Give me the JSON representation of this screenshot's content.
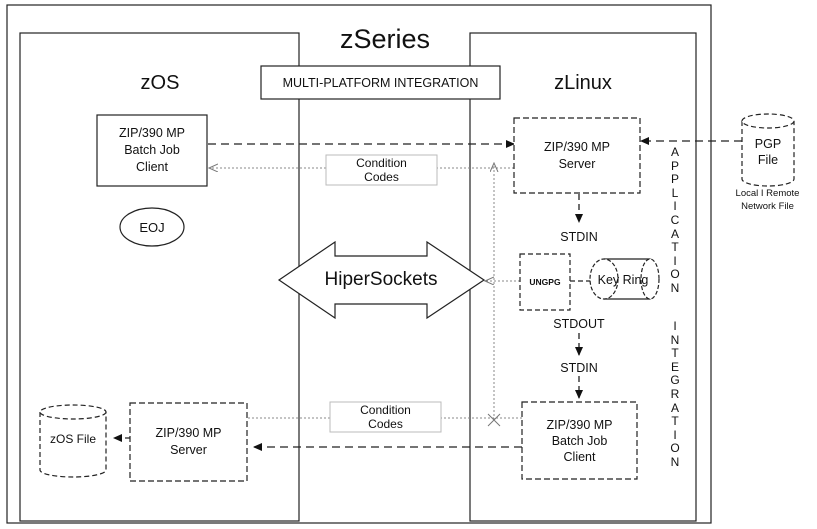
{
  "title": "zSeries",
  "banner": "MULTI-PLATFORM INTEGRATION",
  "left_panel": {
    "title": "zOS",
    "client_box": [
      "ZIP/390 MP",
      "Batch Job",
      "Client"
    ],
    "eoj": "EOJ",
    "server_box": [
      "ZIP/390 MP",
      "Server"
    ],
    "zos_file": "zOS File"
  },
  "right_panel": {
    "title": "zLinux",
    "server_box": [
      "ZIP/390 MP",
      "Server"
    ],
    "stdin_1": "STDIN",
    "ungpg": "UNGPG",
    "key_ring": "Key Ring",
    "stdout": "STDOUT",
    "stdin_2": "STDIN",
    "client_box": [
      "ZIP/390 MP",
      "Batch Job",
      "Client"
    ]
  },
  "center": {
    "hipersockets": "HiperSockets",
    "condition_codes_top": [
      "Condition",
      "Codes"
    ],
    "condition_codes_bottom": [
      "Condition",
      "Codes"
    ]
  },
  "external": {
    "pgp_file": [
      "PGP",
      "File"
    ],
    "pgp_caption": [
      "Local I Remote",
      "Network File"
    ]
  },
  "vertical_label": {
    "application": "APPLICATION",
    "integration": "INTEGRATION"
  }
}
